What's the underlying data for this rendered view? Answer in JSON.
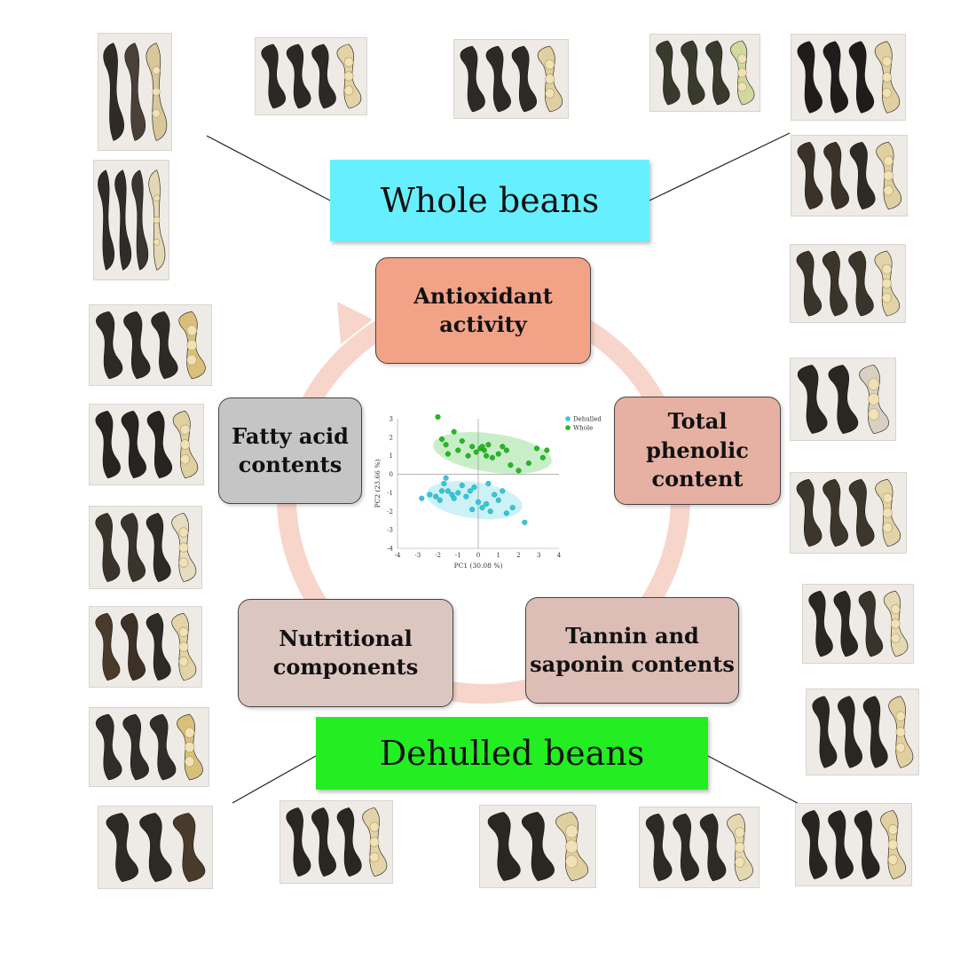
{
  "banners": {
    "whole": "Whole beans",
    "dehulled": "Dehulled beans"
  },
  "boxes": {
    "antioxidant": "Antioxidant\nactivity",
    "phenolic": "Total\nphenolic\ncontent",
    "tannin": "Tannin and\nsaponin contents",
    "nutritional": "Nutritional\ncomponents",
    "fatty": "Fatty acid\ncontents"
  },
  "colors": {
    "whole_banner": "#66f0ff",
    "dehulled_banner": "#22ee22",
    "antioxidant_box": "#f2a387",
    "phenolic_box": "#e6b1a2",
    "tannin_box": "#dcbeb6",
    "nutritional_box": "#dcc6c0",
    "fatty_box": "#c5c5c5",
    "cycle_arrow": "#f7d5cb",
    "dehulled_series": "#33c8dc",
    "whole_series": "#22bb22"
  },
  "chart_data": {
    "type": "scatter",
    "xlabel": "PC1 (30.08 %)",
    "ylabel": "PC2 (23.66 %)",
    "xlim": [
      -4,
      4
    ],
    "ylim": [
      -4,
      3
    ],
    "xticks": [
      -4,
      -3,
      -2,
      -1,
      0,
      1,
      2,
      3,
      4
    ],
    "yticks": [
      -4,
      -3,
      -2,
      -1,
      0,
      1,
      2,
      3
    ],
    "legend_position": "top-right",
    "series": [
      {
        "name": "Dehulled",
        "points": [
          [
            -2.8,
            -1.3
          ],
          [
            -2.4,
            -1.1
          ],
          [
            -2.1,
            -1.2
          ],
          [
            -1.9,
            -1.4
          ],
          [
            -1.7,
            -0.5
          ],
          [
            -1.6,
            -0.2
          ],
          [
            -1.5,
            -0.9
          ],
          [
            -1.3,
            -1.1
          ],
          [
            -1.2,
            -1.3
          ],
          [
            -1.0,
            -1.0
          ],
          [
            -0.8,
            -0.6
          ],
          [
            -0.6,
            -1.2
          ],
          [
            -0.4,
            -0.9
          ],
          [
            -0.2,
            -0.7
          ],
          [
            0.0,
            -1.5
          ],
          [
            0.2,
            -1.8
          ],
          [
            0.4,
            -1.6
          ],
          [
            0.6,
            -2.0
          ],
          [
            0.8,
            -1.1
          ],
          [
            1.0,
            -1.4
          ],
          [
            1.2,
            -0.9
          ],
          [
            1.4,
            -2.1
          ],
          [
            1.7,
            -1.8
          ],
          [
            2.3,
            -2.6
          ],
          [
            -0.3,
            -1.9
          ],
          [
            -1.8,
            -0.9
          ],
          [
            0.5,
            -0.5
          ]
        ]
      },
      {
        "name": "Whole",
        "points": [
          [
            -2.0,
            3.1
          ],
          [
            -1.8,
            1.9
          ],
          [
            -1.5,
            1.1
          ],
          [
            -1.2,
            2.3
          ],
          [
            -1.0,
            1.3
          ],
          [
            -0.8,
            1.8
          ],
          [
            -0.5,
            1.0
          ],
          [
            -0.3,
            1.5
          ],
          [
            -0.1,
            1.2
          ],
          [
            0.1,
            1.4
          ],
          [
            0.3,
            1.3
          ],
          [
            0.5,
            1.6
          ],
          [
            0.7,
            0.9
          ],
          [
            1.0,
            1.1
          ],
          [
            1.2,
            1.5
          ],
          [
            1.4,
            1.3
          ],
          [
            1.6,
            0.5
          ],
          [
            2.0,
            0.2
          ],
          [
            2.5,
            0.6
          ],
          [
            2.9,
            1.4
          ],
          [
            3.2,
            0.9
          ],
          [
            3.4,
            1.3
          ],
          [
            0.4,
            1.0
          ],
          [
            0.2,
            1.5
          ],
          [
            -1.6,
            1.6
          ]
        ]
      }
    ]
  },
  "photos": [
    {
      "id": "tl-a",
      "pods": [
        [
          "#2f2a24",
          0
        ],
        [
          "#4a4038",
          0
        ],
        [
          "#d8c79a",
          1
        ]
      ]
    },
    {
      "id": "top-1",
      "pods": [
        [
          "#2b2926",
          0
        ],
        [
          "#2b2926",
          0
        ],
        [
          "#2b2926",
          0
        ],
        [
          "#e2d3a8",
          1
        ]
      ]
    },
    {
      "id": "top-2",
      "pods": [
        [
          "#2c2a27",
          0
        ],
        [
          "#2c2a27",
          0
        ],
        [
          "#2c2a27",
          0
        ],
        [
          "#e0cfa0",
          1
        ]
      ]
    },
    {
      "id": "top-3",
      "pods": [
        [
          "#383a2c",
          0
        ],
        [
          "#383a2c",
          0
        ],
        [
          "#383a2c",
          0
        ],
        [
          "#cfd9a0",
          1
        ]
      ]
    },
    {
      "id": "tr-a",
      "pods": [
        [
          "#1f1d1b",
          0
        ],
        [
          "#1f1d1b",
          0
        ],
        [
          "#1f1d1b",
          0
        ],
        [
          "#e0cfa0",
          1
        ]
      ]
    },
    {
      "id": "tl-b",
      "pods": [
        [
          "#2e2c29",
          0
        ],
        [
          "#2e2c29",
          0
        ],
        [
          "#3a3530",
          0
        ],
        [
          "#e4d8b4",
          1
        ]
      ]
    },
    {
      "id": "tr-b",
      "pods": [
        [
          "#3a3128",
          0
        ],
        [
          "#3a3128",
          0
        ],
        [
          "#2e2a25",
          0
        ],
        [
          "#e0cfa0",
          1
        ]
      ]
    },
    {
      "id": "l-1",
      "pods": [
        [
          "#2d2a26",
          0
        ],
        [
          "#2d2a26",
          0
        ],
        [
          "#2d2a26",
          0
        ],
        [
          "#d9c07a",
          1
        ]
      ]
    },
    {
      "id": "r-1",
      "pods": [
        [
          "#3b342b",
          0
        ],
        [
          "#3b342b",
          0
        ],
        [
          "#3b342b",
          0
        ],
        [
          "#e2d3a8",
          1
        ]
      ]
    },
    {
      "id": "l-2",
      "pods": [
        [
          "#262321",
          0
        ],
        [
          "#262321",
          0
        ],
        [
          "#262321",
          0
        ],
        [
          "#e0cfa0",
          1
        ]
      ]
    },
    {
      "id": "r-2",
      "pods": [
        [
          "#2a2622",
          0
        ],
        [
          "#2a2622",
          0
        ],
        [
          "#d8d0c0",
          1
        ]
      ]
    },
    {
      "id": "l-3",
      "pods": [
        [
          "#3a332b",
          0
        ],
        [
          "#3a332b",
          0
        ],
        [
          "#2d2a26",
          0
        ],
        [
          "#e6dcc0",
          1
        ]
      ]
    },
    {
      "id": "r-3",
      "pods": [
        [
          "#3d362d",
          0
        ],
        [
          "#3d362d",
          0
        ],
        [
          "#3d362d",
          0
        ],
        [
          "#e2d3a8",
          1
        ]
      ]
    },
    {
      "id": "l-4",
      "pods": [
        [
          "#4a3a2a",
          0
        ],
        [
          "#3d3026",
          0
        ],
        [
          "#2d2a26",
          0
        ],
        [
          "#e2d3a8",
          1
        ]
      ]
    },
    {
      "id": "r-4",
      "pods": [
        [
          "#2a2622",
          0
        ],
        [
          "#2a2622",
          0
        ],
        [
          "#3a332b",
          0
        ],
        [
          "#e4d8b4",
          1
        ]
      ]
    },
    {
      "id": "l-5",
      "pods": [
        [
          "#2f2c29",
          0
        ],
        [
          "#2f2c29",
          0
        ],
        [
          "#2f2c29",
          0
        ],
        [
          "#d9c07a",
          1
        ]
      ]
    },
    {
      "id": "r-5",
      "pods": [
        [
          "#2a2723",
          0
        ],
        [
          "#2a2723",
          0
        ],
        [
          "#2a2723",
          0
        ],
        [
          "#e0cfa0",
          1
        ]
      ]
    },
    {
      "id": "bot-1",
      "pods": [
        [
          "#2d2a26",
          0
        ],
        [
          "#2d2a26",
          0
        ],
        [
          "#4a3a2a",
          0
        ]
      ]
    },
    {
      "id": "bot-2",
      "pods": [
        [
          "#2a2723",
          0
        ],
        [
          "#2a2723",
          0
        ],
        [
          "#2a2723",
          0
        ],
        [
          "#e2d3a8",
          1
        ]
      ]
    },
    {
      "id": "bot-3",
      "pods": [
        [
          "#2a2723",
          0
        ],
        [
          "#2a2723",
          0
        ],
        [
          "#e0cfa0",
          1
        ]
      ]
    },
    {
      "id": "bot-4",
      "pods": [
        [
          "#2d2a26",
          0
        ],
        [
          "#2d2a26",
          0
        ],
        [
          "#2d2a26",
          0
        ],
        [
          "#e4d8b4",
          1
        ]
      ]
    },
    {
      "id": "bot-5",
      "pods": [
        [
          "#272421",
          0
        ],
        [
          "#272421",
          0
        ],
        [
          "#272421",
          0
        ],
        [
          "#e0cfa0",
          1
        ]
      ]
    }
  ]
}
